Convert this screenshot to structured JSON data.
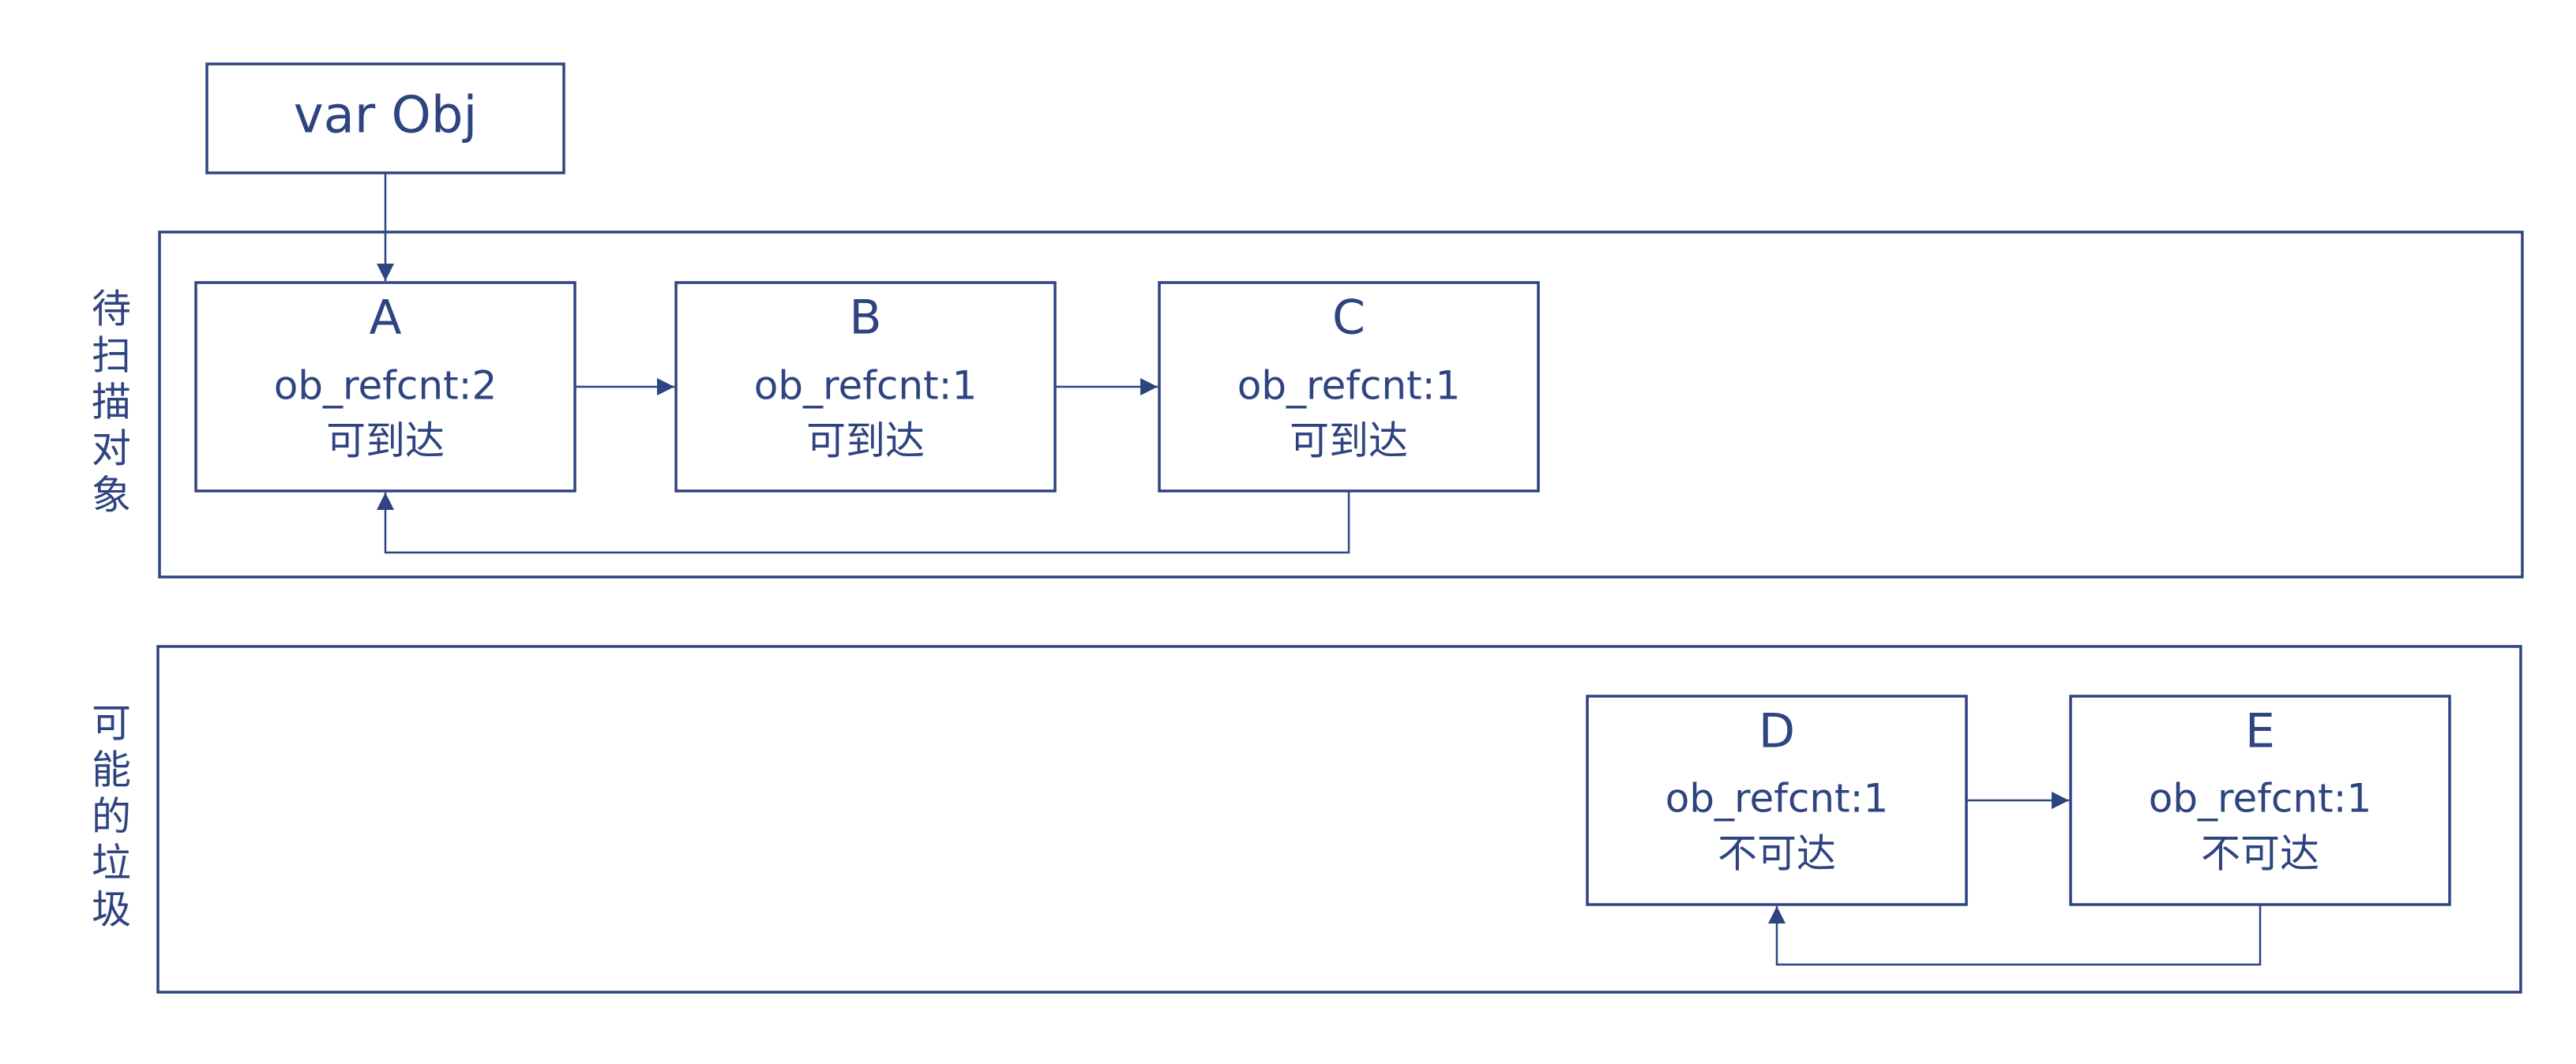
{
  "colors": {
    "stroke": "#2e4480",
    "text": "#2e4480",
    "background": "#ffffff"
  },
  "var_box": {
    "label": "var Obj"
  },
  "groups": [
    {
      "id": "scan",
      "label": [
        "待",
        "扫",
        "描",
        "对",
        "象"
      ]
    },
    {
      "id": "garbage",
      "label": [
        "可",
        "能",
        "的",
        "垃",
        "圾"
      ]
    }
  ],
  "nodes": [
    {
      "id": "A",
      "name": "A",
      "refcnt": "ob_refcnt:2",
      "status": "可到达"
    },
    {
      "id": "B",
      "name": "B",
      "refcnt": "ob_refcnt:1",
      "status": "可到达"
    },
    {
      "id": "C",
      "name": "C",
      "refcnt": "ob_refcnt:1",
      "status": "可到达"
    },
    {
      "id": "D",
      "name": "D",
      "refcnt": "ob_refcnt:1",
      "status": "不可达"
    },
    {
      "id": "E",
      "name": "E",
      "refcnt": "ob_refcnt:1",
      "status": "不可达"
    }
  ]
}
